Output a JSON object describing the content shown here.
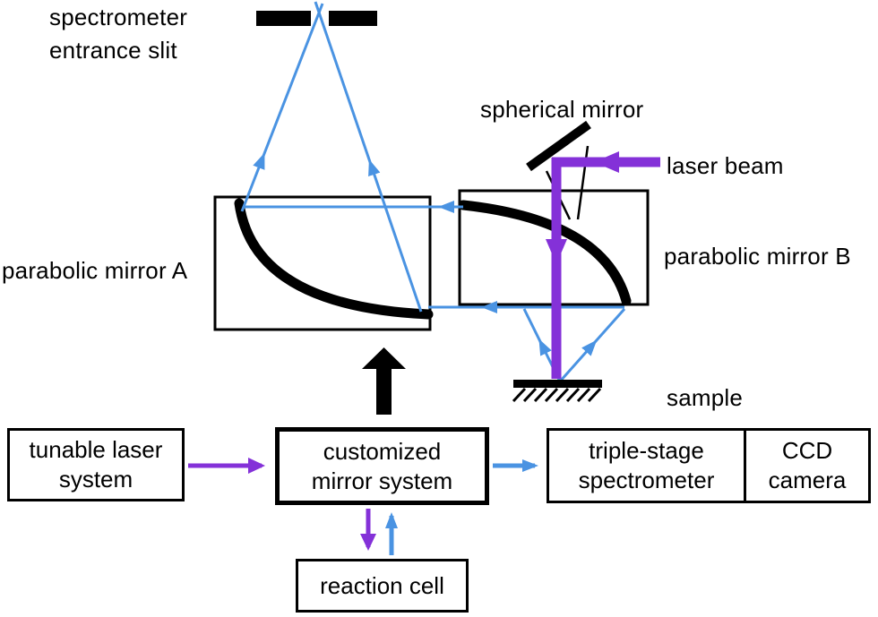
{
  "colors": {
    "beam-blue": "#4a93e2",
    "laser-purple": "#8431d8",
    "ink": "#000000",
    "bg": "#ffffff"
  },
  "diagram": {
    "labels": {
      "entrance_slit": "spectrometer\nentrance slit",
      "spherical_mirror": "spherical mirror",
      "laser_beam": "laser beam",
      "parabolic_mirror_a": "parabolic mirror A",
      "parabolic_mirror_b": "parabolic mirror B",
      "sample": "sample"
    }
  },
  "flow": {
    "boxes": {
      "tunable_laser": "tunable laser\nsystem",
      "mirror_system": "customized\nmirror system",
      "spectrometer": "triple-stage\nspectrometer",
      "ccd_camera": "CCD\ncamera",
      "reaction_cell": "reaction cell"
    }
  }
}
